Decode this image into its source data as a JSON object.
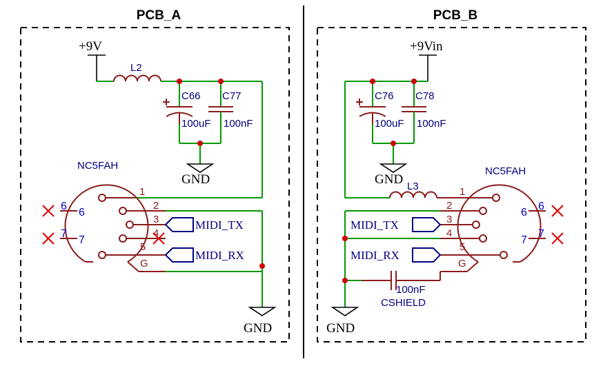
{
  "pcb_a": {
    "title": "PCB_A",
    "power_label": "+9V",
    "inductor_label": "L2",
    "cap1_ref": "C66",
    "cap1_value": "100uF",
    "cap2_ref": "C77",
    "cap2_value": "100nF",
    "gnd_label_1": "GND",
    "gnd_label_2": "GND",
    "connector_name": "NC5FAH",
    "pins": {
      "p1": "1",
      "p2": "2",
      "p3": "3",
      "p4": "4",
      "p5": "5",
      "pg": "G"
    },
    "ext_pins": {
      "e6a": "6",
      "e6b": "6",
      "e7a": "7",
      "e7b": "7"
    },
    "midi_tx": "MIDI_TX",
    "midi_rx": "MIDI_RX"
  },
  "pcb_b": {
    "title": "PCB_B",
    "power_label": "+9Vin",
    "inductor_label": "L3",
    "cap1_ref": "C76",
    "cap1_value": "100uF",
    "cap2_ref": "C78",
    "cap2_value": "100nF",
    "gnd_label_1": "GND",
    "gnd_label_2": "GND",
    "connector_name": "NC5FAH",
    "pins": {
      "p1": "1",
      "p2": "2",
      "p3": "3",
      "p4": "4",
      "p5": "5",
      "pg": "G"
    },
    "ext_pins": {
      "e6a": "6",
      "e6b": "6",
      "e7a": "7",
      "e7b": "7"
    },
    "midi_tx": "MIDI_TX",
    "midi_rx": "MIDI_RX",
    "shield_cap_value": "100nF",
    "shield_cap_ref": "CSHIELD"
  },
  "colors": {
    "wire": "#009900",
    "component": "#8b1a1a",
    "reference_text": "#000080",
    "pin_number": "#0000cc",
    "junction": "#cc0000",
    "no_connect": "#dd0000"
  }
}
